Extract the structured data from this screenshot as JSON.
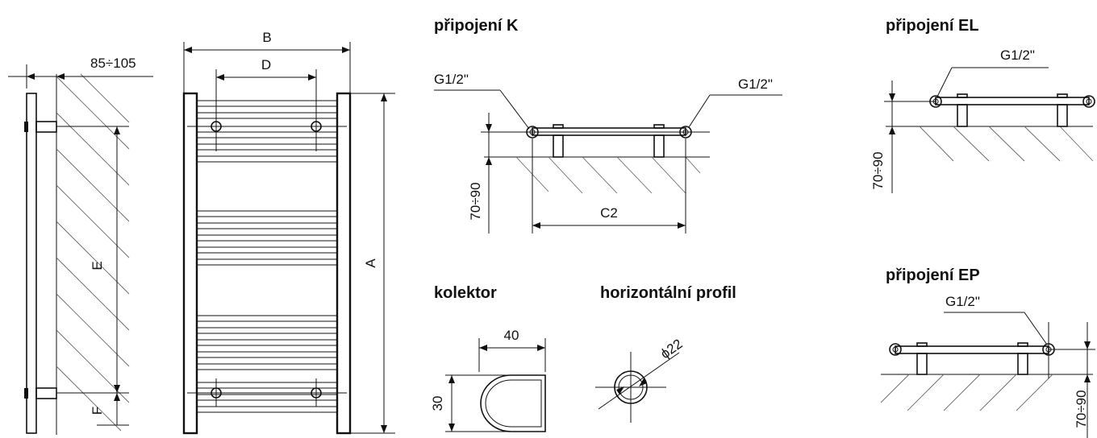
{
  "headings": {
    "conn_k": "připojení K",
    "conn_el": "připojení EL",
    "conn_ep": "připojení EP",
    "collector": "kolektor",
    "profile": "horizontální profil"
  },
  "dims": {
    "offset": "85÷105",
    "B": "B",
    "D": "D",
    "A": "A",
    "E": "E",
    "F": "F",
    "C2": "C2",
    "wall_gap": "70÷90",
    "thread": "G1/2\"",
    "collector_w": "40",
    "collector_h": "30",
    "tube_d": "ϕ22"
  }
}
